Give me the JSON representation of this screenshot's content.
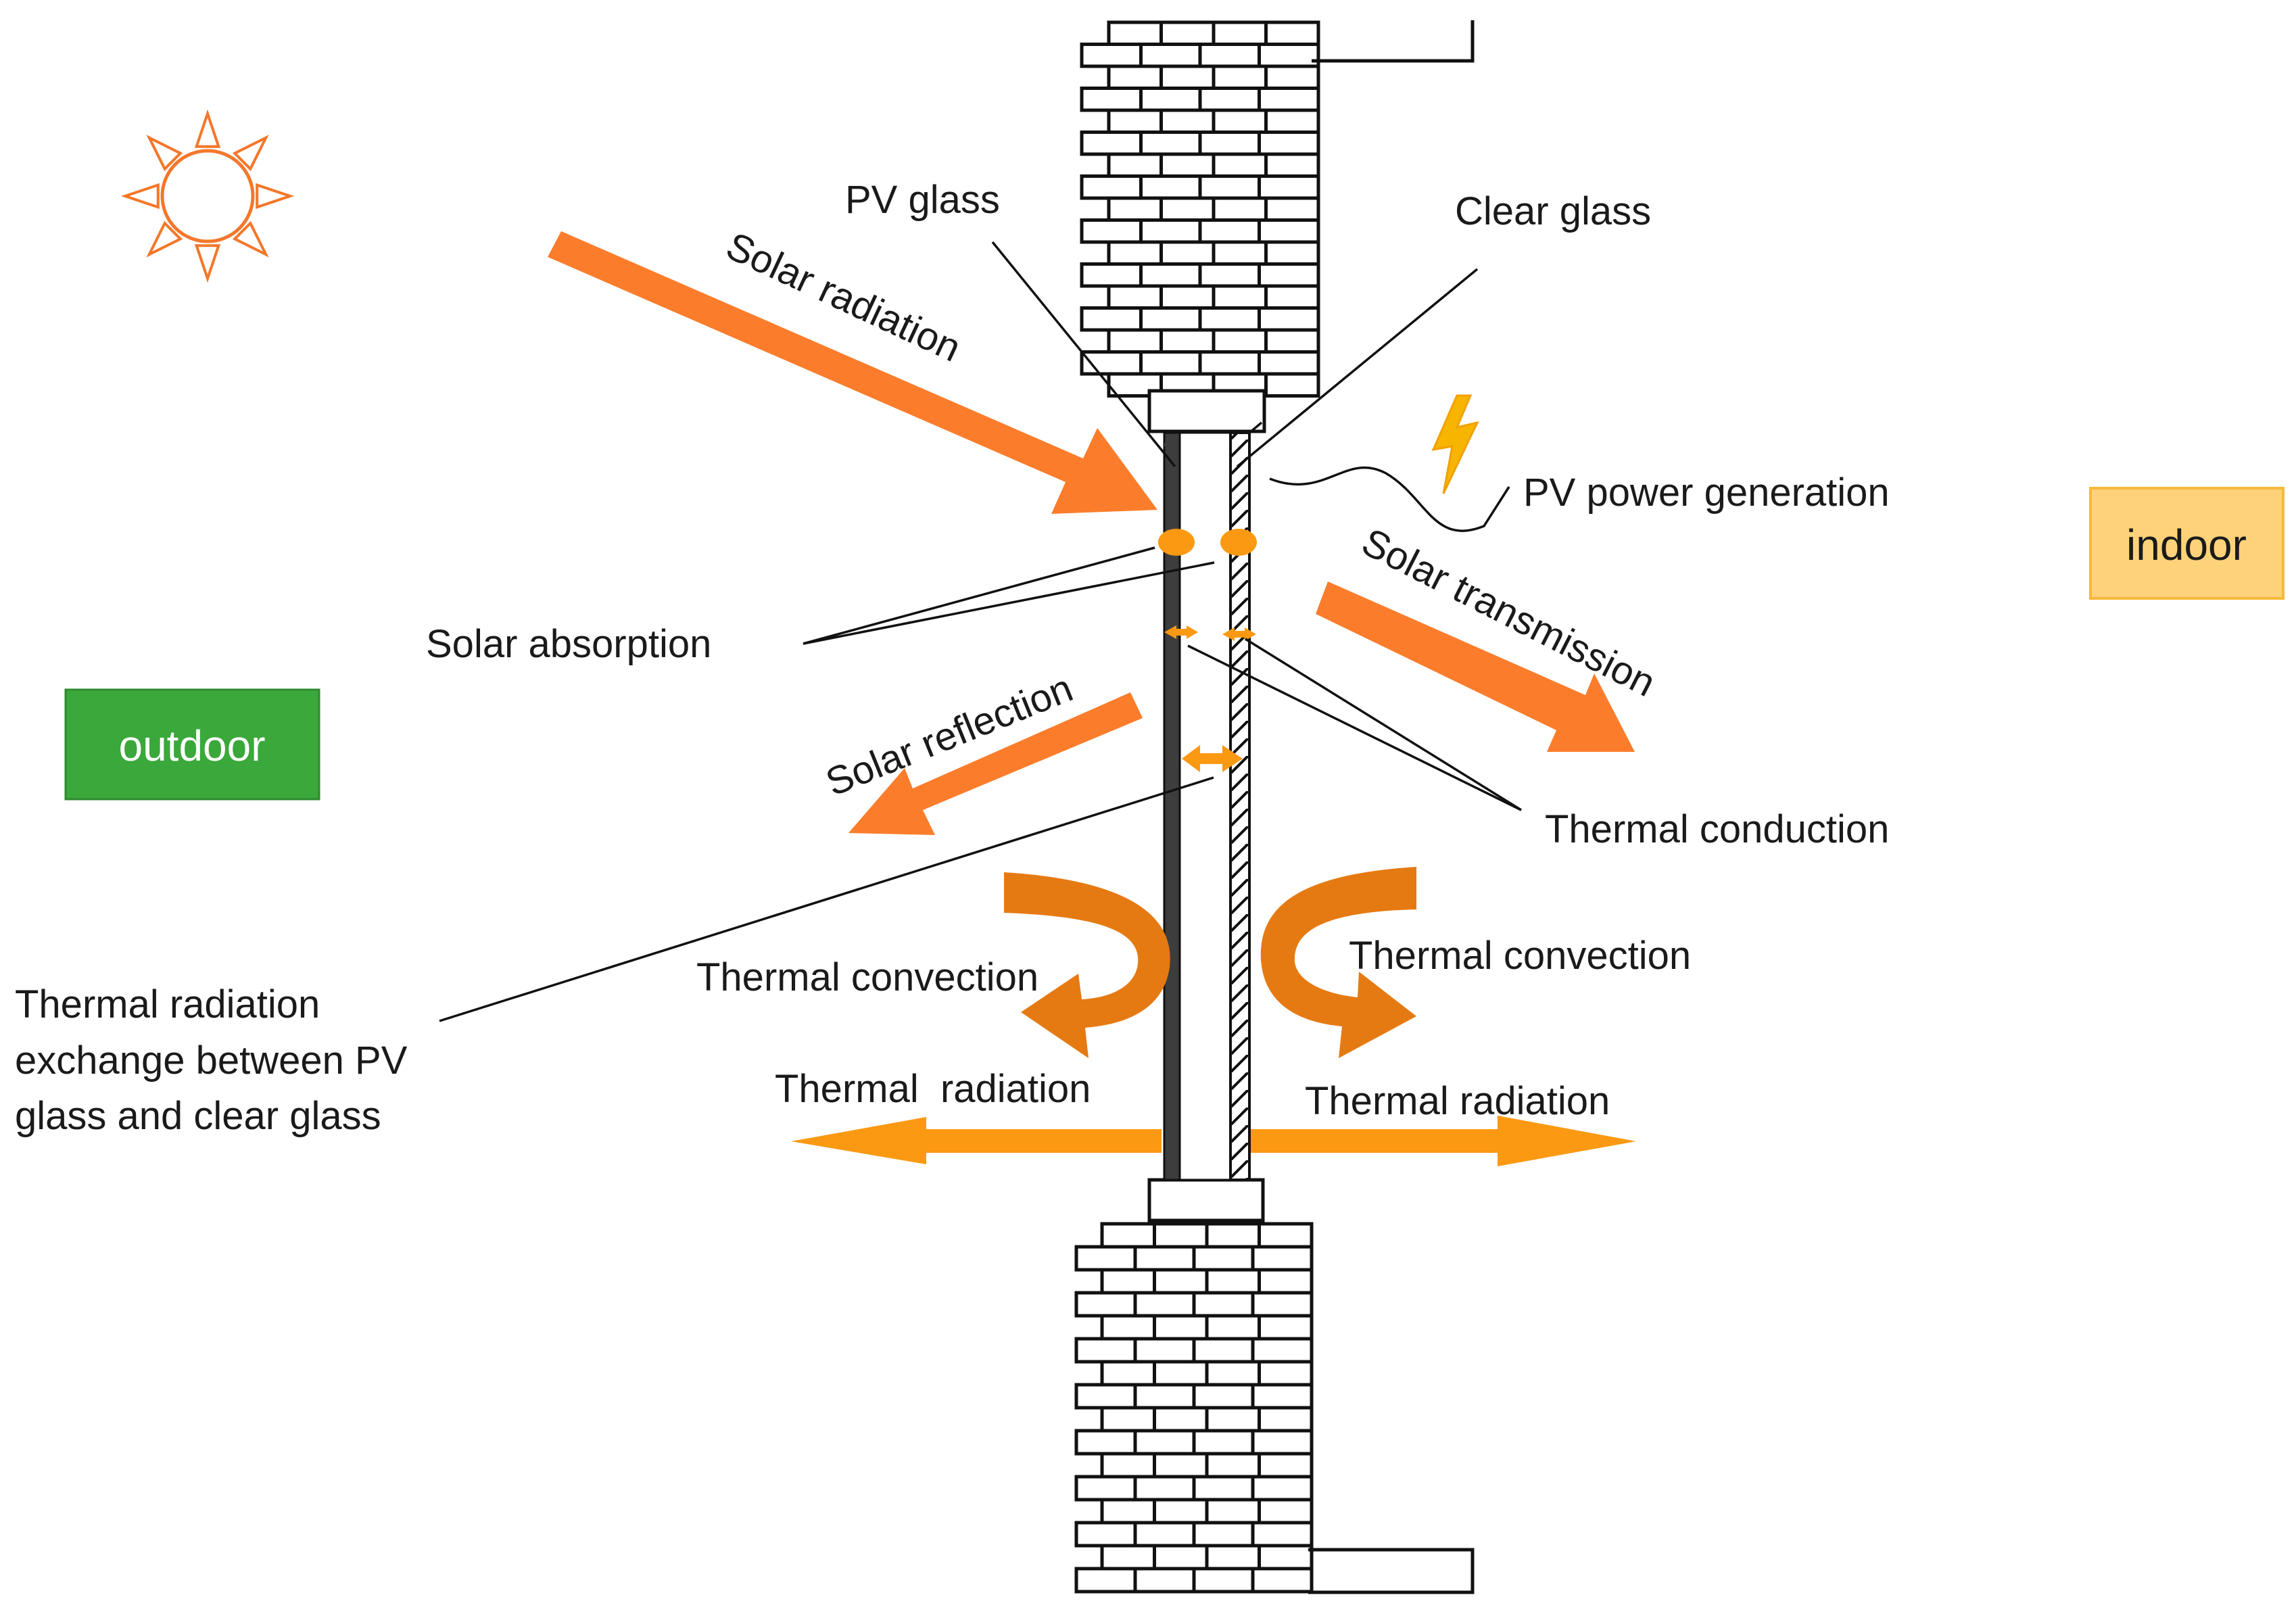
{
  "labels": {
    "pv_glass": "PV glass",
    "clear_glass": "Clear glass",
    "solar_radiation": "Solar radiation",
    "pv_power_generation": "PV power generation",
    "indoor": "indoor",
    "solar_transmission": "Solar transmission",
    "solar_absorption": "Solar absorption",
    "outdoor": "outdoor",
    "solar_reflection": "Solar reflection",
    "thermal_conduction": "Thermal conduction",
    "thermal_convection_left": "Thermal convection",
    "thermal_convection_right": "Thermal convection",
    "thermal_radiation_exchange_line1": "Thermal radiation",
    "thermal_radiation_exchange_line2": "exchange between PV",
    "thermal_radiation_exchange_line3": "glass and clear glass",
    "thermal_radiation_left": "Thermal  radiation",
    "thermal_radiation_right": "Thermal radiation"
  },
  "colors": {
    "arrow_orange": "#fb7d2c",
    "flow_orange": "#fb9912",
    "convection_orange": "#e57a12",
    "outdoor_box": "#3aa83a",
    "indoor_box_fill": "#fdd27a",
    "indoor_box_border": "#f6b93a",
    "pv_glass": "#3d3d3d",
    "lightning": "#f7b500",
    "sun": "#f4772a"
  },
  "icons": {
    "sun": "sun-icon",
    "lightning": "lightning-bolt-icon"
  }
}
